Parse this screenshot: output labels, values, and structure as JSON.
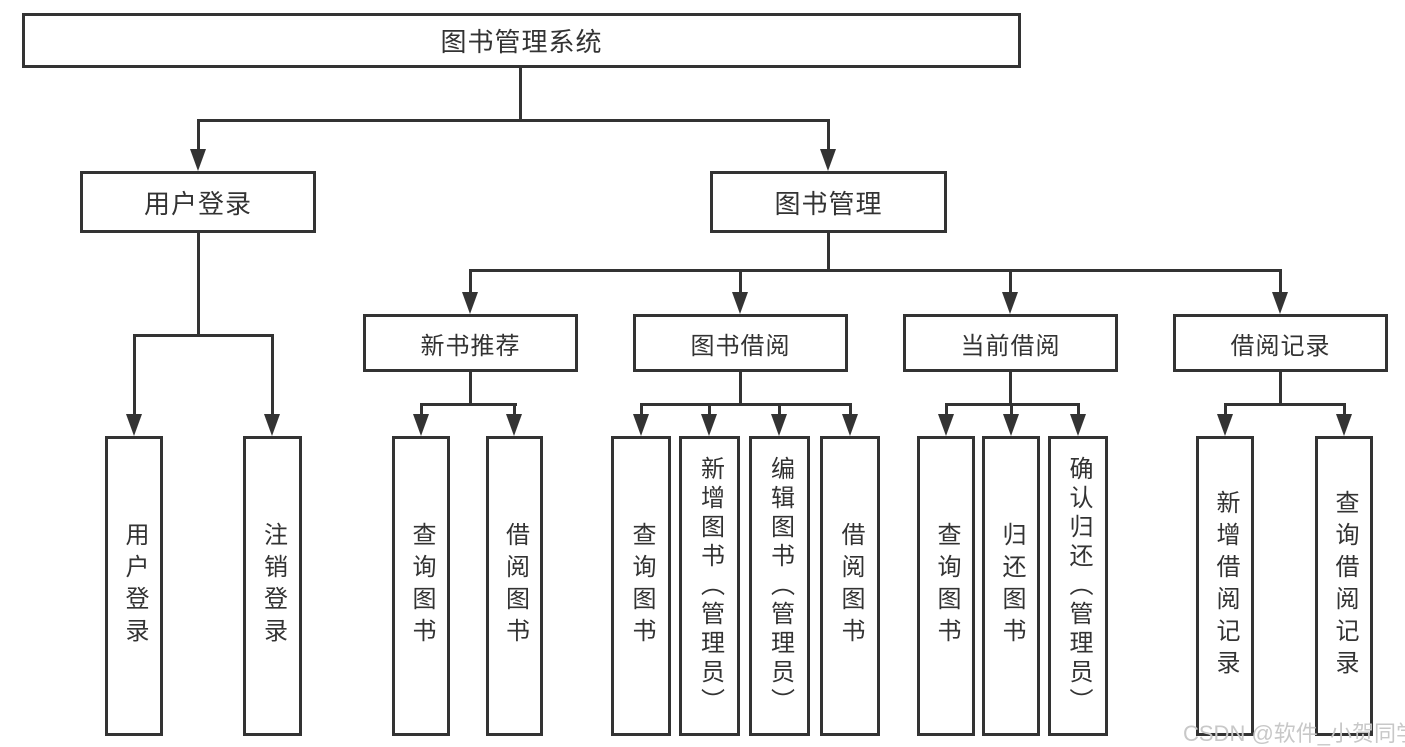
{
  "diagram": {
    "root": {
      "label": "图书管理系统"
    },
    "branches": [
      {
        "label": "用户登录",
        "children": [
          {
            "label": "用户登录"
          },
          {
            "label": "注销登录"
          }
        ]
      },
      {
        "label": "图书管理",
        "children": [
          {
            "label": "新书推荐",
            "children": [
              {
                "label": "查询图书"
              },
              {
                "label": "借阅图书"
              }
            ]
          },
          {
            "label": "图书借阅",
            "children": [
              {
                "label": "查询图书"
              },
              {
                "label": "新增图书（管理员）"
              },
              {
                "label": "编辑图书（管理员）"
              },
              {
                "label": "借阅图书"
              }
            ]
          },
          {
            "label": "当前借阅",
            "children": [
              {
                "label": "查询图书"
              },
              {
                "label": "归还图书"
              },
              {
                "label": "确认归还（管理员）"
              }
            ]
          },
          {
            "label": "借阅记录",
            "children": [
              {
                "label": "新增借阅记录"
              },
              {
                "label": "查询借阅记录"
              }
            ]
          }
        ]
      }
    ]
  },
  "watermark": {
    "text": "CSDN @软件_小贺同学"
  },
  "colors": {
    "line": "#333333",
    "text": "#333333",
    "background": "#ffffff",
    "watermark": "#c8c8c8"
  }
}
